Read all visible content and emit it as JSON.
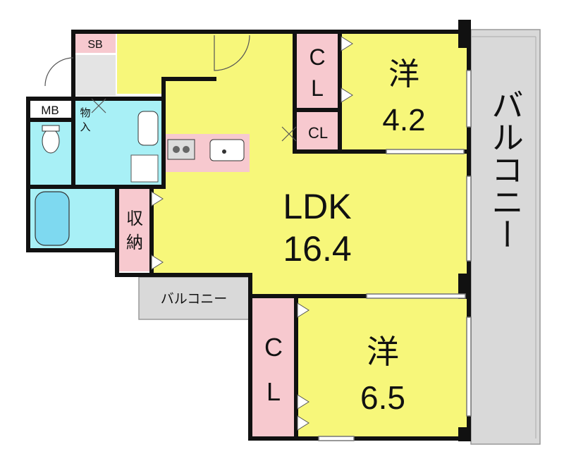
{
  "rooms": {
    "western_north": {
      "name": "洋",
      "size": "4.2"
    },
    "ldk": {
      "name": "LDK",
      "size": "16.4"
    },
    "western_south": {
      "name": "洋",
      "size": "6.5"
    }
  },
  "closets": {
    "cl_top_c": "C",
    "cl_top_l": "L",
    "cl_small": "CL",
    "cl_south_c": "C",
    "cl_south_l": "L"
  },
  "storage": {
    "shuno_1": "収",
    "shuno_2": "納"
  },
  "utility": {
    "sb": "SB",
    "mb": "MB",
    "monoire_1": "物",
    "monoire_2": "入"
  },
  "balcony": {
    "east": "バルコニー",
    "small": "バルコニー"
  },
  "colors": {
    "room_yellow": "#f7f77a",
    "wet_cyan": "#a8f0f6",
    "closet_pink": "#f7c9cf",
    "balcony_gray": "#d9d9d9",
    "wall": "#111111"
  }
}
